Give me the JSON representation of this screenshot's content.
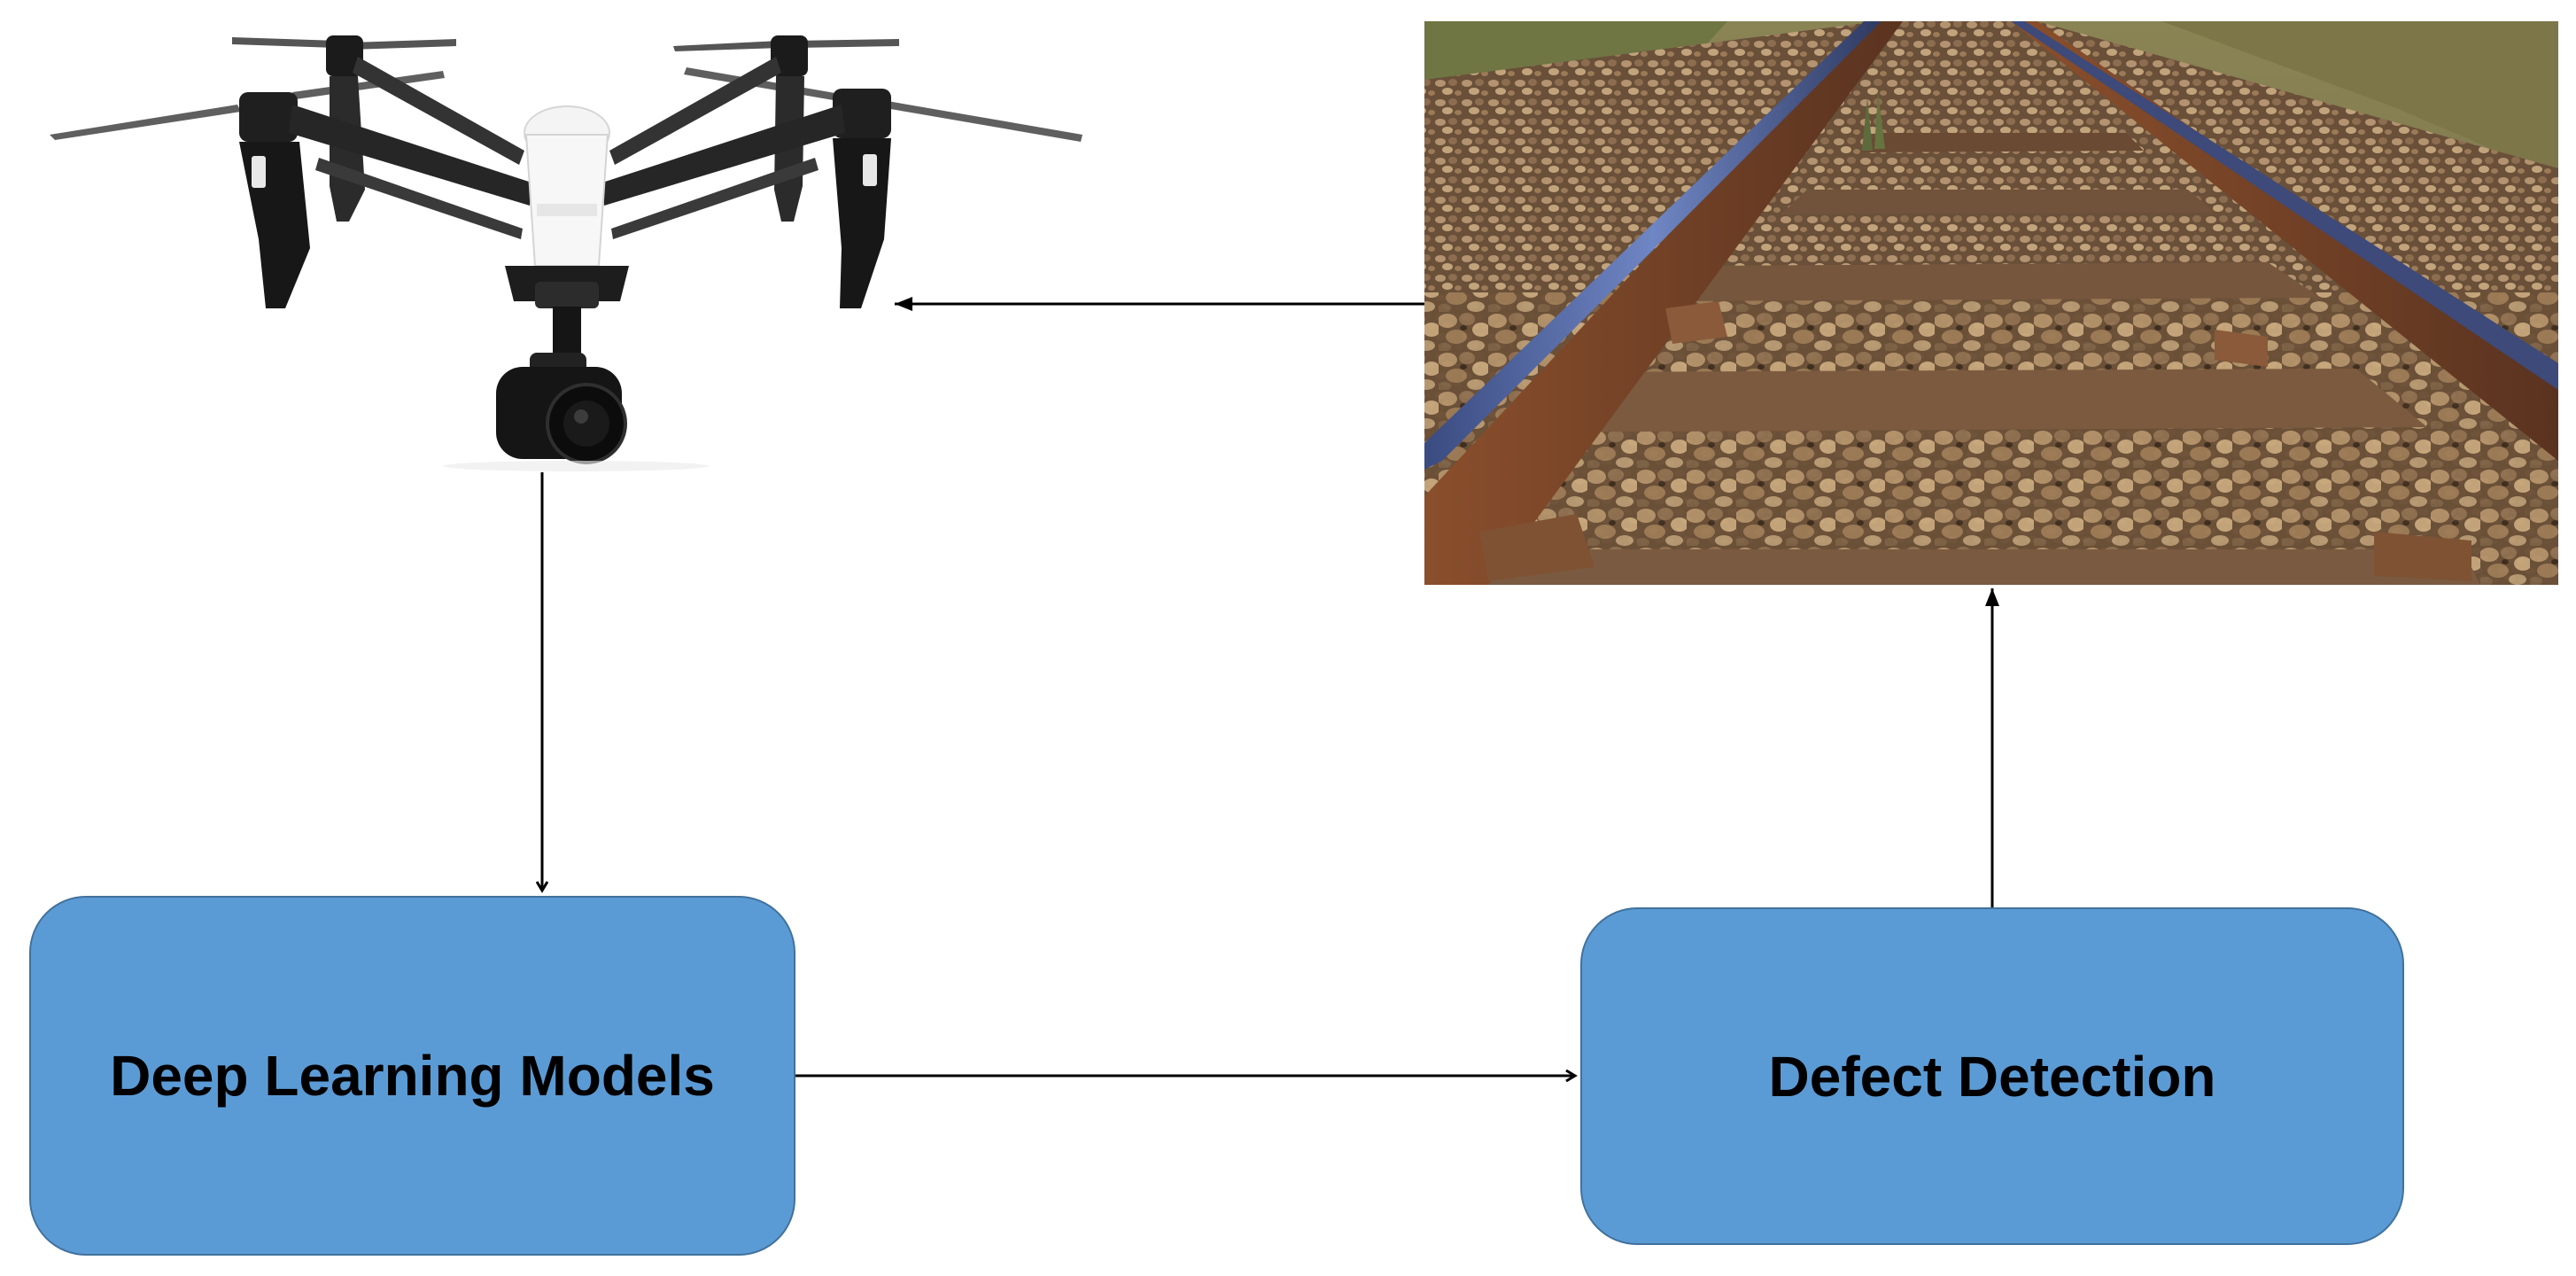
{
  "nodes": {
    "deep_learning": {
      "label": "Deep Learning Models",
      "fill": "#5b9bd5",
      "stroke": "#41719c"
    },
    "defect_detection": {
      "label": "Defect Detection",
      "fill": "#5b9bd5",
      "stroke": "#41719c"
    },
    "drone": {
      "icon": "drone-with-camera-photo"
    },
    "railway": {
      "icon": "railway-track-photo"
    }
  },
  "edges": [
    {
      "from": "railway",
      "to": "drone"
    },
    {
      "from": "drone",
      "to": "deep_learning"
    },
    {
      "from": "deep_learning",
      "to": "defect_detection"
    },
    {
      "from": "defect_detection",
      "to": "railway"
    }
  ],
  "colors": {
    "box_fill": "#5b9bd5",
    "box_stroke": "#41719c",
    "arrow": "#000000",
    "background": "#ffffff"
  }
}
